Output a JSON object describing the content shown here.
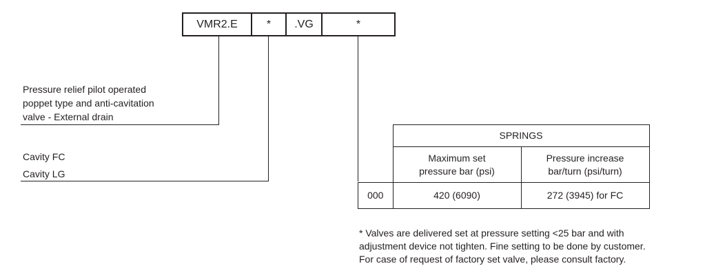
{
  "code_boxes": [
    "VMR2.E",
    "*",
    ".VG",
    "*"
  ],
  "options": {
    "valve_type": [
      "Pressure relief pilot operated",
      "poppet type and anti-cavitation",
      "valve - External drain"
    ],
    "cavities": [
      "Cavity FC",
      "Cavity LG"
    ]
  },
  "springs_table": {
    "title": "SPRINGS",
    "headers": [
      [
        "Maximum set",
        "pressure bar (psi)"
      ],
      [
        "Pressure increase",
        "bar/turn (psi/turn)"
      ]
    ],
    "rows": [
      {
        "code": "000",
        "max_pressure": "420 (6090)",
        "increase": "272 (3945) for FC"
      }
    ]
  },
  "footnote": [
    "* Valves are delivered set at pressure setting <25 bar and with",
    "adjustment device not tighten. Fine setting to be done by customer.",
    "For case of request of factory set valve, please consult factory."
  ]
}
